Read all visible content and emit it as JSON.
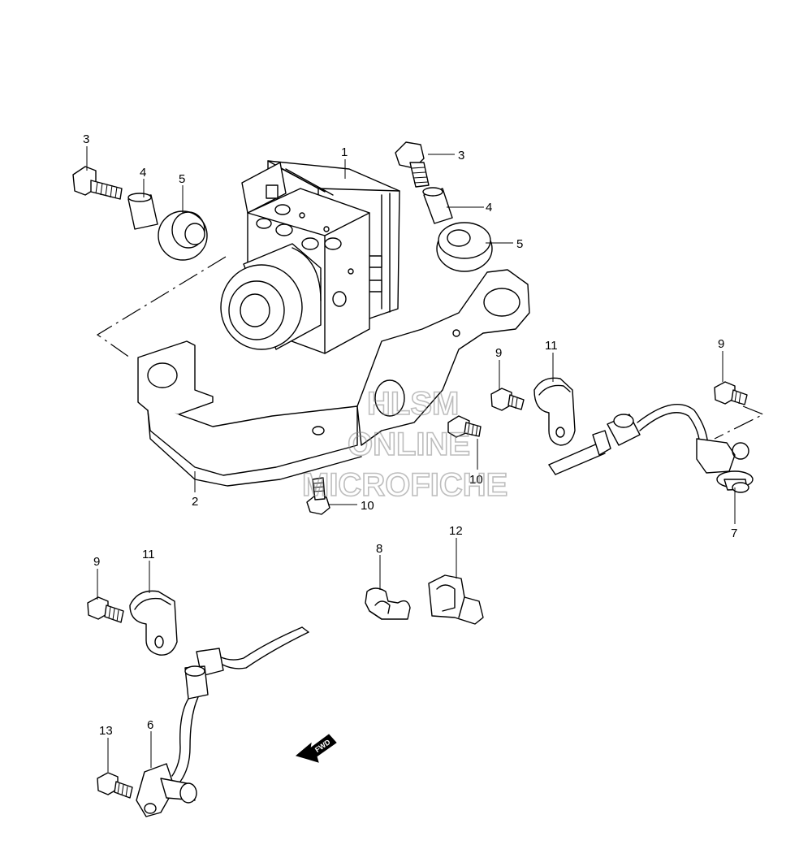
{
  "diagram": {
    "callouts": {
      "c1": "1",
      "c2": "2",
      "c3a": "3",
      "c3b": "3",
      "c4a": "4",
      "c4b": "4",
      "c5a": "5",
      "c5b": "5",
      "c6": "6",
      "c7": "7",
      "c8": "8",
      "c9a": "9",
      "c9b": "9",
      "c9c": "9",
      "c10a": "10",
      "c10b": "10",
      "c11a": "11",
      "c11b": "11",
      "c12": "12",
      "c13": "13"
    },
    "fwd_label": "FWD",
    "watermark": {
      "line1": "HLSM",
      "line2": "ONLINE",
      "line3": "MICROFICHE"
    }
  }
}
